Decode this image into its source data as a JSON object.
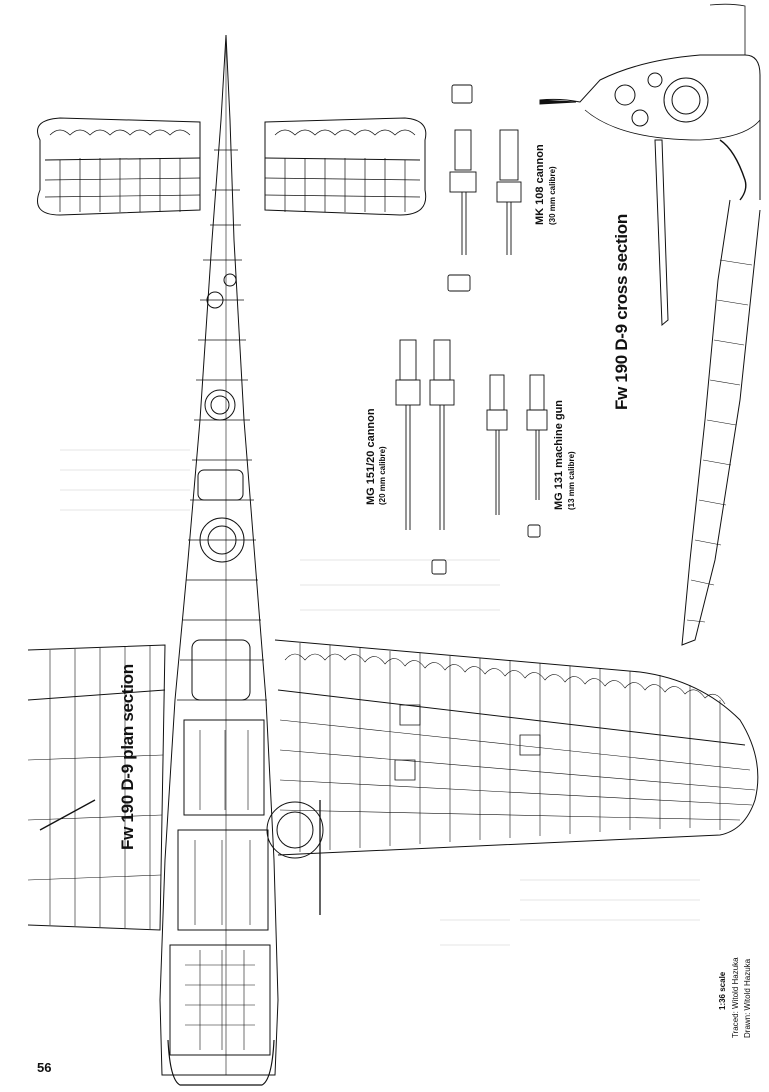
{
  "page": {
    "page_number": "56",
    "colors": {
      "ink": "#111111",
      "paper": "#ffffff",
      "faint": "#bbbbbb"
    }
  },
  "drawings": {
    "plan": {
      "title": "Fw 190 D-9 plan section"
    },
    "cross": {
      "title": "Fw 190 D-9 cross section"
    }
  },
  "weapons": {
    "mg151": {
      "name": "MG 151/20 cannon",
      "calibre": "(20 mm calibre)"
    },
    "mg131": {
      "name": "MG 131 machine gun",
      "calibre": "(13 mm calibre)"
    },
    "mk108": {
      "name": "MK 108 cannon",
      "calibre": "(30 mm calibre)"
    }
  },
  "credits": {
    "scale": "1:36 scale",
    "traced": "Traced: Witold Hazuka",
    "drawn": "Drawn: Witold Hazuka"
  }
}
